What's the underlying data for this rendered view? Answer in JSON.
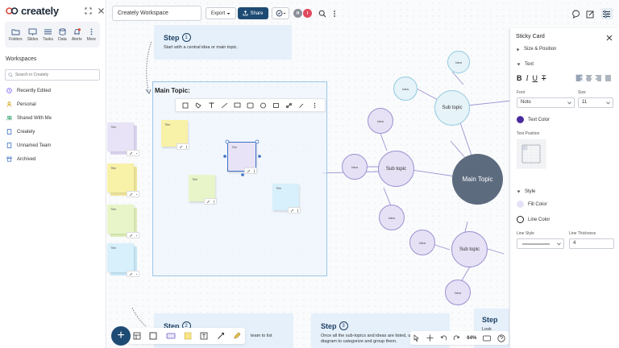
{
  "app": {
    "logo_text": "creately"
  },
  "sidebar": {
    "nav": [
      {
        "label": "Folders",
        "icon": "folder-icon"
      },
      {
        "label": "Slides",
        "icon": "slides-icon"
      },
      {
        "label": "Tasks",
        "icon": "tasks-icon"
      },
      {
        "label": "Data",
        "icon": "database-icon"
      },
      {
        "label": "Alerts",
        "icon": "bell-icon"
      },
      {
        "label": "More",
        "icon": "more-icon"
      }
    ],
    "workspaces_title": "Workspaces",
    "search_placeholder": "Search in Creately",
    "items": [
      {
        "label": "Recently Edited",
        "icon": "clock-icon"
      },
      {
        "label": "Personal",
        "icon": "person-icon"
      },
      {
        "label": "Shared With Me",
        "icon": "people-icon"
      },
      {
        "label": "Creately",
        "icon": "document-icon"
      },
      {
        "label": "Unnamed Team",
        "icon": "document-icon"
      },
      {
        "label": "Archived",
        "icon": "archive-icon"
      }
    ]
  },
  "toolbar": {
    "doc_title": "Creately Workspace",
    "export_label": "Export",
    "share_label": "Share",
    "avatars": [
      {
        "initial": "H",
        "color": "#8a8f99"
      },
      {
        "initial": "I",
        "color": "#e04a5f"
      }
    ]
  },
  "steps": [
    {
      "title": "Step",
      "num": "1",
      "desc": "Start with a central idea or main topic."
    },
    {
      "title": "Step",
      "num": "2",
      "desc": "team to list"
    },
    {
      "title": "Step",
      "num": "3",
      "desc": "Once all the sub-topics and ideas are listed, use the cluster diagram to categorize and group them."
    },
    {
      "title": "Step",
      "num": "",
      "desc": "Look"
    }
  ],
  "frame": {
    "title": "Main Topic:"
  },
  "stickies": {
    "title_text": "Title"
  },
  "mindmap": {
    "main": "Main Topic",
    "subtopic": "Sub topic",
    "idea": "Idea"
  },
  "panel": {
    "title": "Sticky Card",
    "size_position": "Size & Position",
    "text_section": "Text",
    "font_label": "Font",
    "font_value": "Noto",
    "size_label": "Size",
    "size_value": "11",
    "text_color_label": "Text Color",
    "text_position_label": "Text Position",
    "style_section": "Style",
    "fill_color_label": "Fill Color",
    "line_color_label": "Line Color",
    "line_style_label": "Line Style",
    "line_thickness_label": "Line Thickness",
    "line_thickness_value": "4",
    "text_color": "#4b2a9e",
    "fill_color": "#e7e1f7"
  },
  "zoom": {
    "level": "64%"
  },
  "colors": {
    "brand_dark": "#1e4b74",
    "sticky_yellow": "#f8f1a8",
    "sticky_purple": "#e8e3f6",
    "sticky_green": "#e8f5c8",
    "sticky_blue": "#d7f0fb",
    "node_fill": "#e6e1f5",
    "node_stroke": "#9b91d2",
    "main_node": "#5d6b7f"
  }
}
